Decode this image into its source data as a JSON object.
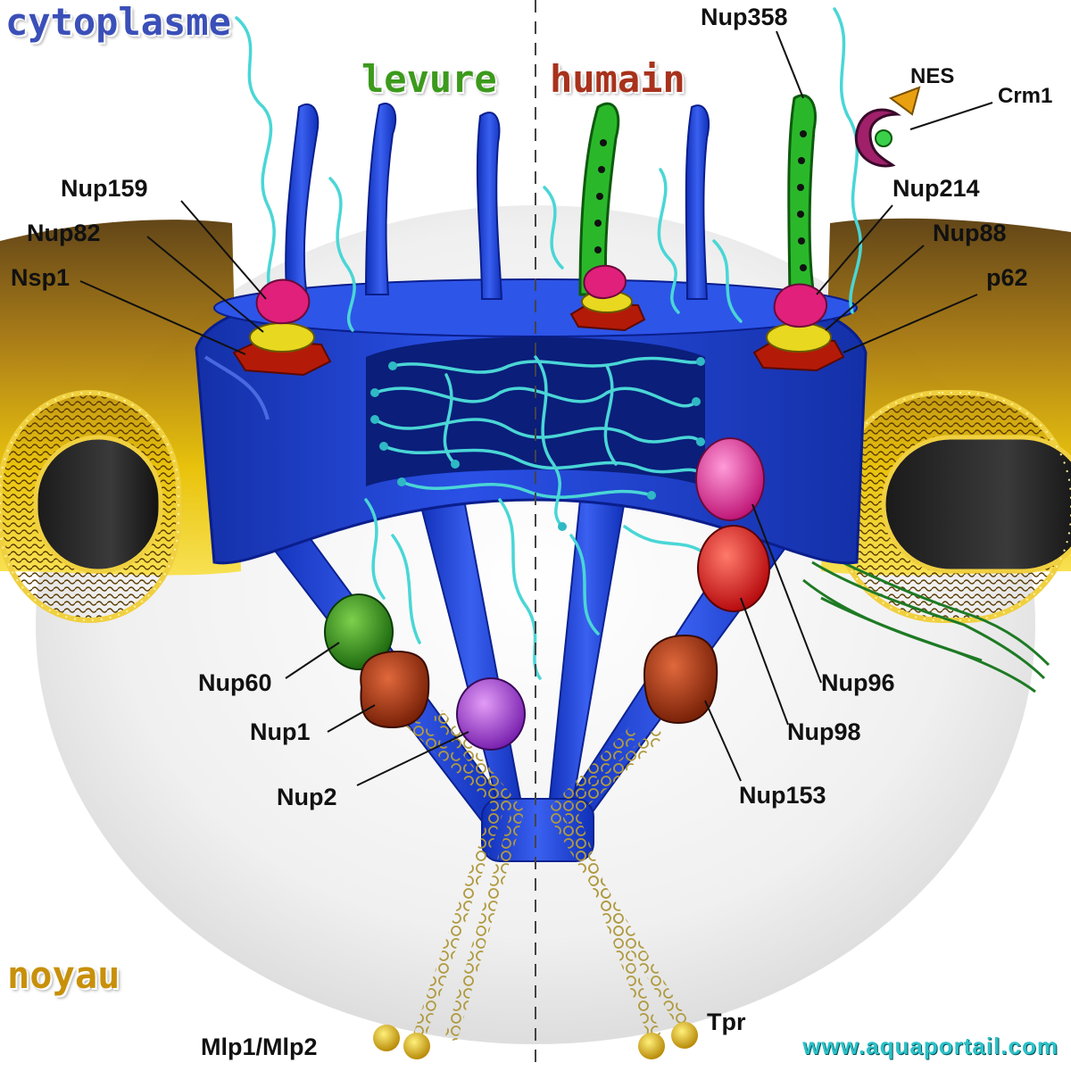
{
  "regions": {
    "cytoplasm": "cytoplasme",
    "nucleus": "noyau",
    "yeast": "levure",
    "human": "humain"
  },
  "labels": {
    "nup358": "Nup358",
    "nes": "NES",
    "crm1": "Crm1",
    "nup159": "Nup159",
    "nup82": "Nup82",
    "nsp1": "Nsp1",
    "nup214": "Nup214",
    "nup88": "Nup88",
    "p62": "p62",
    "nup60": "Nup60",
    "nup1": "Nup1",
    "nup2": "Nup2",
    "nup96": "Nup96",
    "nup98": "Nup98",
    "nup153": "Nup153",
    "mlp": "Mlp1/Mlp2",
    "tpr": "Tpr"
  },
  "watermark": "www.aquaportail.com",
  "colors": {
    "cytoplasm_text": "#3a4fb8",
    "nucleus_text": "#c8900a",
    "yeast_text": "#3c9a1c",
    "human_text": "#a8321c",
    "pore_blue": "#1f3fd0",
    "fg_cyan": "#4ad6d6",
    "membrane_gold": "#d8a80c",
    "watermark_cyan": "#2bc2c8"
  }
}
